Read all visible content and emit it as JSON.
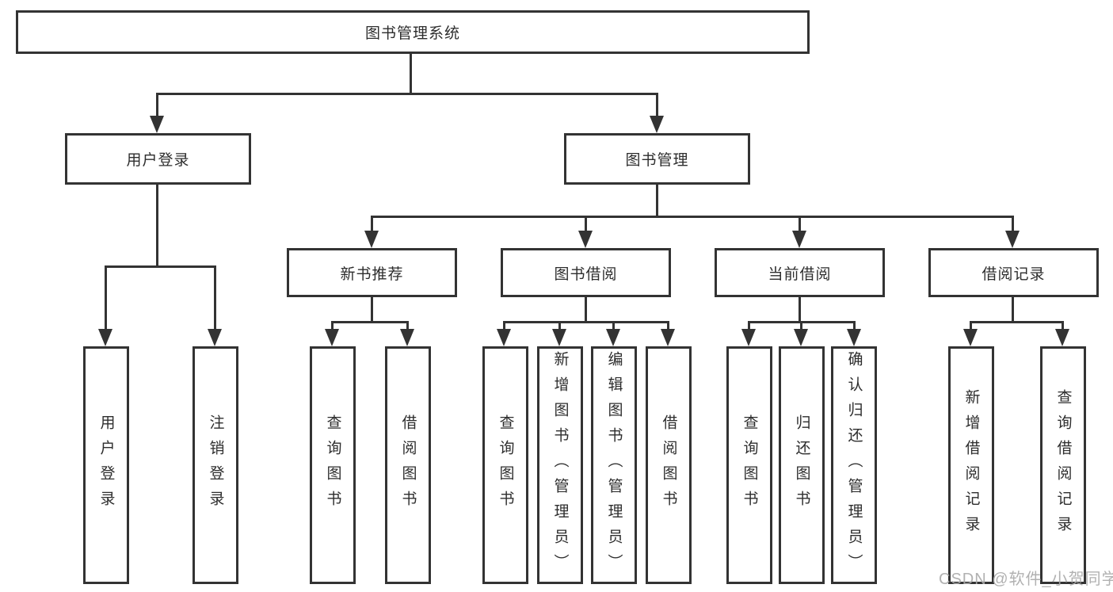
{
  "diagram": {
    "title": "图书管理系统",
    "root": {
      "label": "图书管理系统"
    },
    "level2": [
      {
        "label": "用户登录"
      },
      {
        "label": "图书管理"
      }
    ],
    "level3": [
      {
        "label": "新书推荐",
        "parent": "图书管理"
      },
      {
        "label": "图书借阅",
        "parent": "图书管理"
      },
      {
        "label": "当前借阅",
        "parent": "图书管理"
      },
      {
        "label": "借阅记录",
        "parent": "图书管理"
      }
    ],
    "leaves": [
      {
        "label": "用户登录",
        "parent": "用户登录"
      },
      {
        "label": "注销登录",
        "parent": "用户登录"
      },
      {
        "label": "查询图书",
        "parent": "新书推荐"
      },
      {
        "label": "借阅图书",
        "parent": "新书推荐"
      },
      {
        "label": "查询图书",
        "parent": "图书借阅"
      },
      {
        "label": "新增图书（管理员）",
        "parent": "图书借阅"
      },
      {
        "label": "编辑图书（管理员）",
        "parent": "图书借阅"
      },
      {
        "label": "借阅图书",
        "parent": "图书借阅"
      },
      {
        "label": "查询图书",
        "parent": "当前借阅"
      },
      {
        "label": "归还图书",
        "parent": "当前借阅"
      },
      {
        "label": "确认归还（管理员）",
        "parent": "当前借阅"
      },
      {
        "label": "新增借阅记录",
        "parent": "借阅记录"
      },
      {
        "label": "查询借阅记录",
        "parent": "借阅记录"
      }
    ]
  },
  "watermark": {
    "text": "CSDN @软件_小贺同学"
  },
  "colors": {
    "line": "#333333",
    "box_border": "#333333",
    "text": "#2d2d2d",
    "background": "#ffffff",
    "watermark": "#a8a8a8"
  }
}
